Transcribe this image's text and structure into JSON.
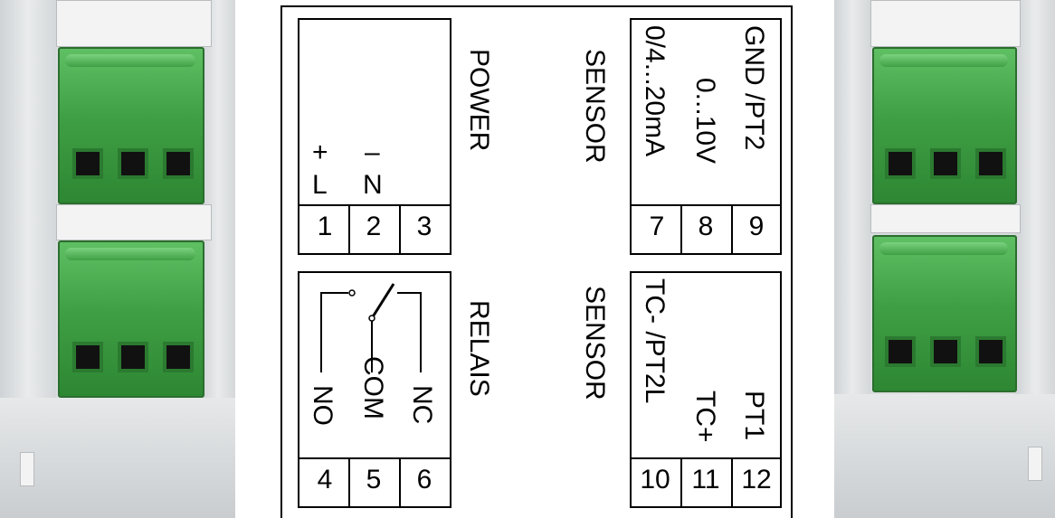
{
  "block_power": {
    "title": "POWER",
    "pins": [
      "1",
      "2",
      "3"
    ],
    "sign_plus": "+",
    "sign_minus": "–",
    "label_l": "L",
    "label_n": "N"
  },
  "block_relais": {
    "title": "RELAIS",
    "pins": [
      "4",
      "5",
      "6"
    ],
    "label_no": "NO",
    "label_com": "COM",
    "label_nc": "NC"
  },
  "block_sensor_top": {
    "title": "SENSOR",
    "pins": [
      "7",
      "8",
      "9"
    ],
    "label_1": "0/4...20mA",
    "label_2": "0...10V",
    "label_3": "GND /PT2"
  },
  "block_sensor_bottom": {
    "title": "SENSOR",
    "pins": [
      "10",
      "11",
      "12"
    ],
    "label_1": "TC- /PT2L",
    "label_2": "TC+",
    "label_3": "PT1"
  },
  "colors": {
    "terminal_green": "#3f9f44",
    "housing_grey": "#d9dcde",
    "line": "#000000"
  }
}
